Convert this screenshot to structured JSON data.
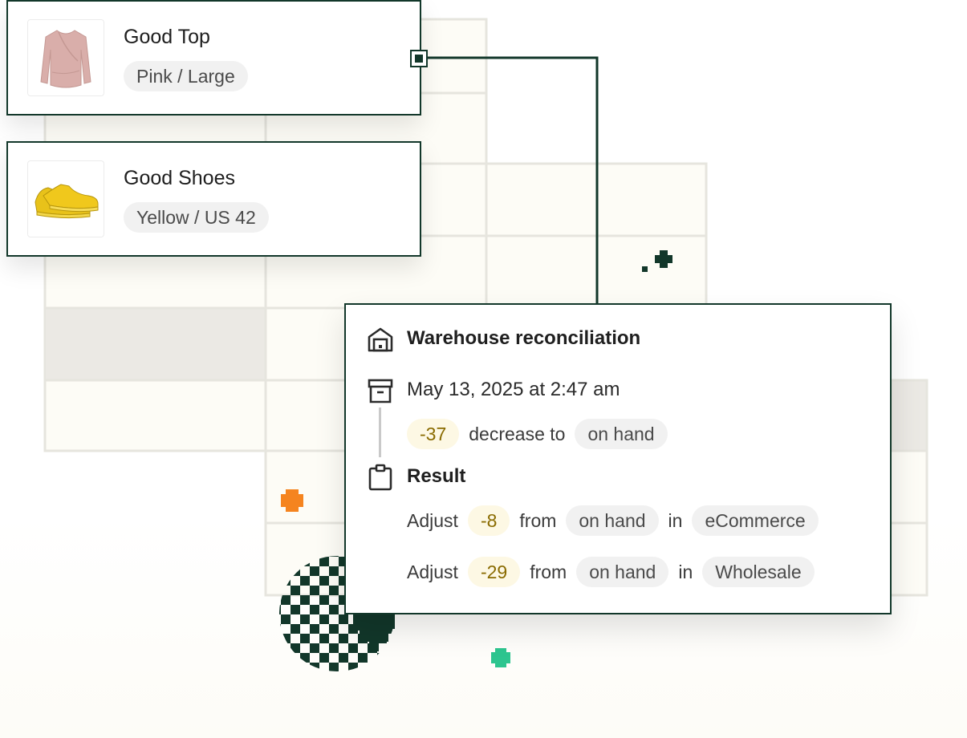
{
  "products": [
    {
      "name": "Good Top",
      "variant": "Pink / Large",
      "thumb_icon": "pink-top-shirt-icon",
      "thumb_color": "#d9aeaa"
    },
    {
      "name": "Good Shoes",
      "variant": "Yellow / US 42",
      "thumb_icon": "yellow-sneakers-icon",
      "thumb_color": "#e8c21a"
    }
  ],
  "detail": {
    "title": "Warehouse reconciliation",
    "title_icon": "warehouse-icon",
    "date": "May 13, 2025 at 2:47 am",
    "date_icon": "archive-box-icon",
    "change": {
      "amount": "-37",
      "text": "decrease to",
      "location": "on hand"
    },
    "result_title": "Result",
    "result_icon": "clipboard-icon",
    "adjustments": [
      {
        "verb": "Adjust",
        "amount": "-8",
        "from_label": "from",
        "location": "on hand",
        "in_label": "in",
        "channel": "eCommerce"
      },
      {
        "verb": "Adjust",
        "amount": "-29",
        "from_label": "from",
        "location": "on hand",
        "in_label": "in",
        "channel": "Wholesale"
      }
    ]
  },
  "colors": {
    "brand_dark": "#12372a",
    "accent_orange": "#f5841f",
    "accent_green": "#2dc58f",
    "amount_text": "#8a6b00",
    "amount_bg": "#fdf8e4",
    "tag_bg": "#f1f1f1"
  }
}
